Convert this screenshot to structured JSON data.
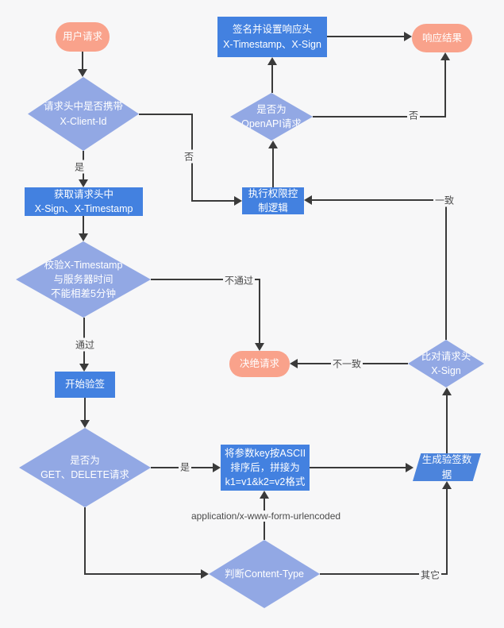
{
  "diagram_title": "OpenAPI signature verification flowchart",
  "colors": {
    "background": "#f7f7f8",
    "terminal_fill": "#F9A28B",
    "process_fill": "#4381E0",
    "decision_fill": "#92A8E4",
    "dataio_fill": "#4C84DC",
    "line_color": "#3a3a3a",
    "edge_label_text": "#4a4a4a",
    "node_text": "#ffffff"
  },
  "nodes": {
    "user_request": {
      "label": "用户请求",
      "type": "terminal"
    },
    "check_client_id": {
      "label": "请求头中是否携带\nX-Client-Id",
      "type": "decision"
    },
    "get_headers": {
      "label": "获取请求头中\nX-Sign、X-Timestamp",
      "type": "process"
    },
    "check_timestamp": {
      "label": "校验X-Timestamp\n与服务器时间\n不能相差5分钟",
      "type": "decision"
    },
    "start_verify": {
      "label": "开始验签",
      "type": "process"
    },
    "check_method": {
      "label": "是否为\nGET、DELETE请求",
      "type": "decision"
    },
    "sort_params": {
      "label": "将参数key按ASCII\n排序后，拼接为\nk1=v1&k2=v2格式",
      "type": "process"
    },
    "check_content_type": {
      "label": "判断Content-Type",
      "type": "decision"
    },
    "gen_verify_data": {
      "label": "生成验签数\n据",
      "type": "dataio"
    },
    "compare_sign": {
      "label": "比对请求头\nX-Sign",
      "type": "decision"
    },
    "reject_request": {
      "label": "决绝请求",
      "type": "terminal"
    },
    "exec_permission": {
      "label": "执行权限控\n制逻辑",
      "type": "process"
    },
    "check_openapi": {
      "label": "是否为\nOpenAPI请求",
      "type": "decision"
    },
    "sign_response": {
      "label": "签名并设置响应头\nX-Timestamp、X-Sign",
      "type": "process"
    },
    "response_result": {
      "label": "响应结果",
      "type": "terminal"
    }
  },
  "edge_labels": {
    "yes_client_id": "是",
    "no_client_id": "否",
    "pass": "通过",
    "fail": "不通过",
    "yes_method": "是",
    "match": "一致",
    "mismatch": "不一致",
    "no_openapi": "否",
    "form_urlencoded": "application/x-www-form-urlencoded",
    "other": "其它"
  }
}
